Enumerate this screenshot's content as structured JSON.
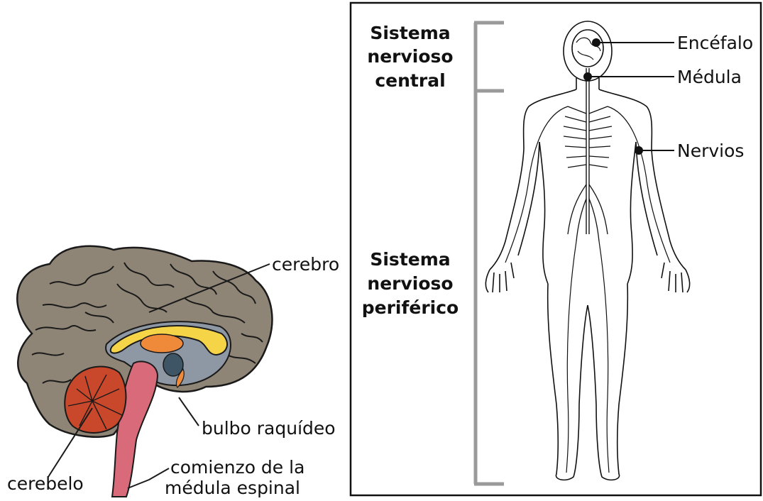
{
  "brain": {
    "labels": {
      "cerebro": "cerebro",
      "bulbo": "bulbo raquídeo",
      "cerebelo": "cerebelo",
      "medula_line1": "comienzo de la",
      "medula_line2": "médula espinal"
    },
    "colors": {
      "cortex": "#8f8576",
      "cortex_outline": "#1a1a1a",
      "inner": "#8e97a4",
      "corpus": "#f5d547",
      "thalamus": "#ef8a3a",
      "ventricle": "#3e5566",
      "brainstem": "#d86a79",
      "cerebellum": "#c9472a"
    }
  },
  "body_panel": {
    "central_label": [
      "Sistema",
      "nervioso",
      "central"
    ],
    "peripheral_label": [
      "Sistema",
      "nervioso",
      "periférico"
    ],
    "callouts": {
      "encefalo": "Encéfalo",
      "medula": "Médula",
      "nervios": "Nervios"
    },
    "colors": {
      "bracket": "#9a9a9a",
      "frame": "#111111"
    }
  }
}
